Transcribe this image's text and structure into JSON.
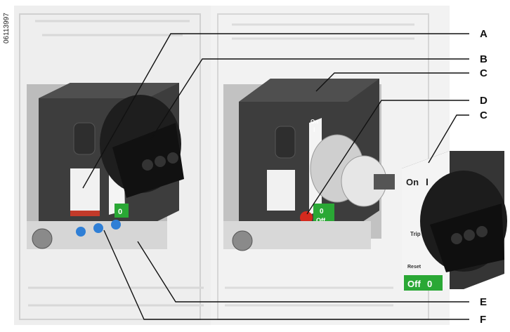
{
  "document_id": "06113997",
  "callouts": [
    "A",
    "B",
    "C",
    "D",
    "C",
    "E",
    "F"
  ],
  "handle_labels": {
    "on": "On",
    "on_symbol": "I",
    "off_symbol": "0",
    "off": "Off",
    "trip": "Trip",
    "reset": "Reset"
  },
  "colors": {
    "housing": "#3d3d3d",
    "housing_dark": "#2a2a2a",
    "knob": "#1e1e1e",
    "off_green": "#2aa835",
    "reset_red": "#d42a1e",
    "leader": "#111111"
  }
}
